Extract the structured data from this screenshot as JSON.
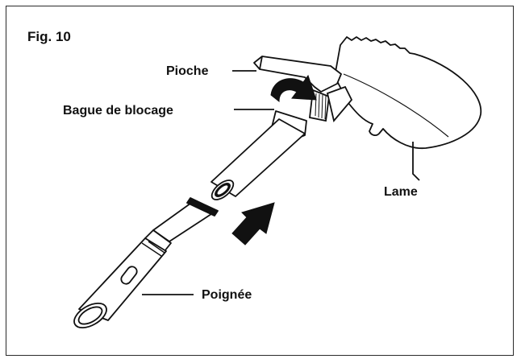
{
  "figure": {
    "title": "Fig. 10"
  },
  "labels": {
    "pick": "Pioche",
    "lock_ring": "Bague de blocage",
    "blade": "Lame",
    "handle": "Poignée"
  },
  "colors": {
    "ink": "#111111",
    "fill": "#ffffff"
  }
}
